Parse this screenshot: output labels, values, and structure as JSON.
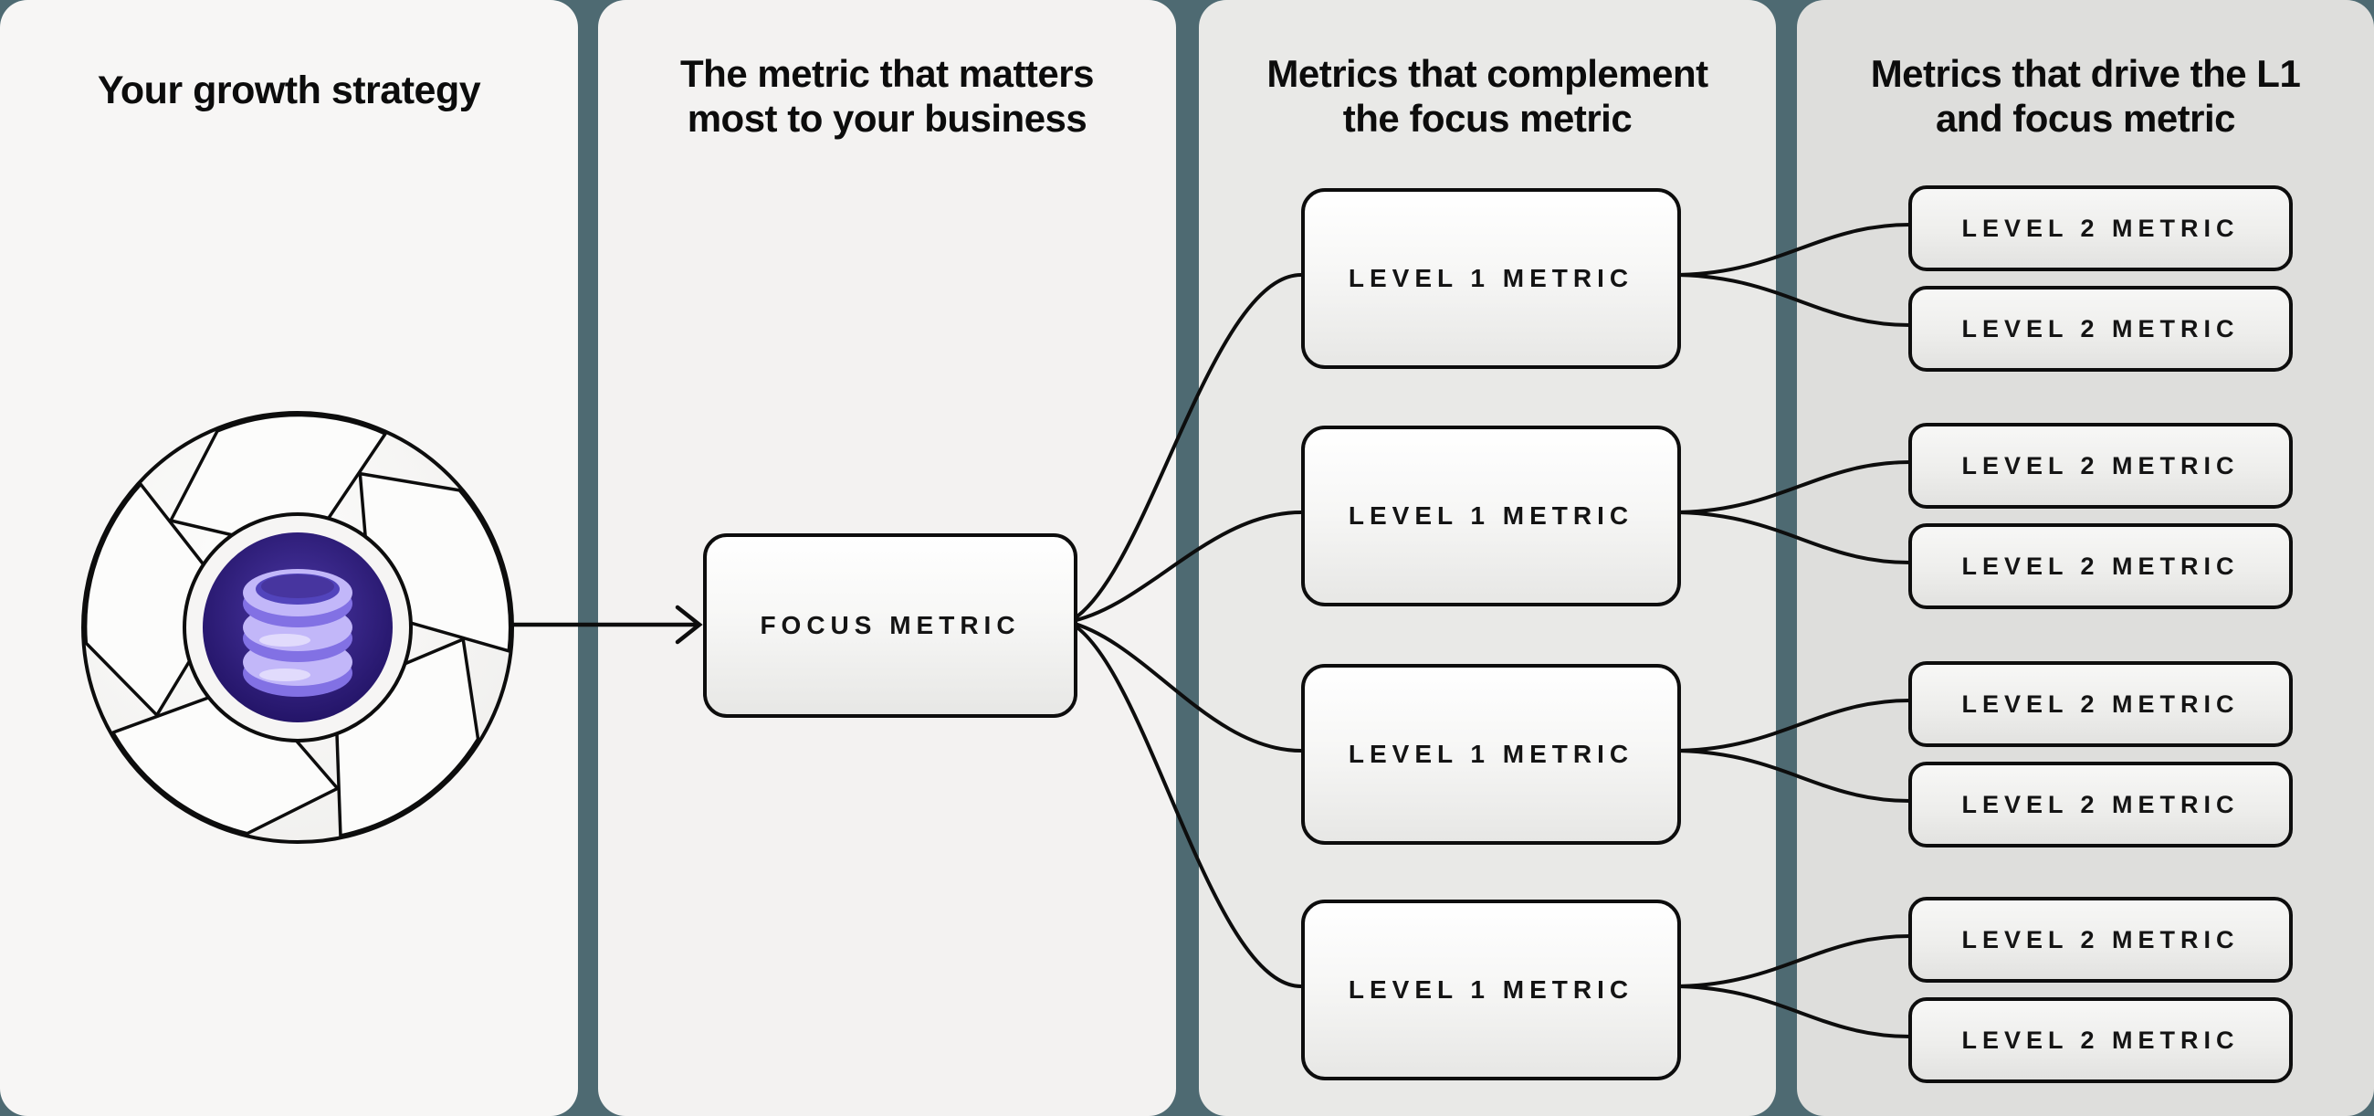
{
  "panels": [
    {
      "title_lines": [
        "Your growth strategy"
      ]
    },
    {
      "title_lines": [
        "The metric that matters",
        "most to your business"
      ]
    },
    {
      "title_lines": [
        "Metrics that complement",
        "the focus metric"
      ]
    },
    {
      "title_lines": [
        "Metrics that drive the L1",
        "and focus metric"
      ]
    }
  ],
  "nodes": {
    "focus": "FOCUS METRIC",
    "level1": "LEVEL 1 METRIC",
    "level2": "LEVEL 2 METRIC"
  },
  "icons": {
    "flywheel": "flywheel-icon",
    "database": "database-icon",
    "arrow": "arrow-right-icon"
  },
  "colors": {
    "canvas_teal": "#4e6a72",
    "panel_1": "#f7f6f5",
    "panel_2": "#f3f2f1",
    "panel_3": "#e9e9e7",
    "panel_4": "#dededc",
    "line_black": "#0d0d0d",
    "hub_purple_center": "#4c38a6",
    "hub_purple_edge": "#211264",
    "db_light_purple": "#c2b7f9",
    "db_shadow_purple": "#8271e4",
    "db_opening_purple": "#5244bc"
  }
}
